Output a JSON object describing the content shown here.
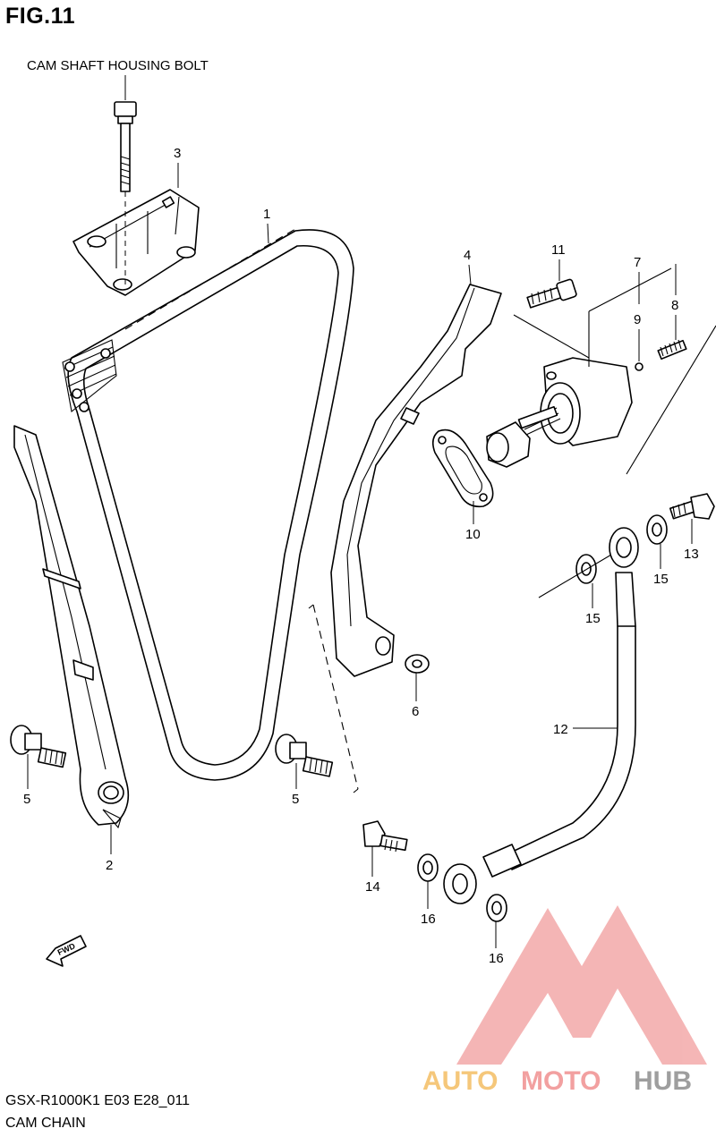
{
  "header": {
    "figure_title": "FIG.11"
  },
  "labels": {
    "cam_shaft_housing_bolt": "CAM SHAFT HOUSING BOLT",
    "fwd": "FWD"
  },
  "callouts": [
    "1",
    "2",
    "3",
    "4",
    "5",
    "5",
    "6",
    "7",
    "8",
    "9",
    "10",
    "11",
    "12",
    "13",
    "14",
    "15",
    "15",
    "16",
    "16"
  ],
  "footer": {
    "model_code": "GSX-R1000K1 E03 E28_011",
    "diagram_name": "CAM CHAIN"
  },
  "watermark": {
    "text_auto": "AUTO",
    "text_moto": "MOTO",
    "text_hub": "HUB",
    "color_auto": "#F5C77A",
    "color_moto": "#F2A0A0",
    "color_hub": "#9E9E9E",
    "color_logo": "#F3A9A9"
  }
}
